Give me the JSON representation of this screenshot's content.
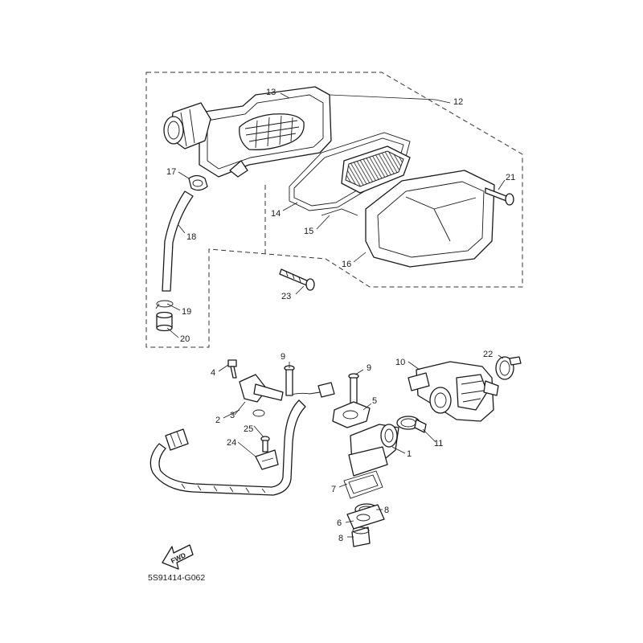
{
  "drawing_code": "5S91414-G062",
  "fwd_label": "FWD",
  "callouts": {
    "c1": "1",
    "c2": "2",
    "c3": "3",
    "c4": "4",
    "c5": "5",
    "c6": "6",
    "c7": "7",
    "c8a": "8",
    "c8b": "8",
    "c9a": "9",
    "c9b": "9",
    "c10": "10",
    "c11": "11",
    "c12": "12",
    "c13": "13",
    "c14": "14",
    "c15": "15",
    "c16": "16",
    "c17": "17",
    "c18": "18",
    "c19": "19",
    "c20": "20",
    "c21": "21",
    "c22": "22",
    "c23": "23",
    "c24": "24",
    "c25": "25"
  }
}
